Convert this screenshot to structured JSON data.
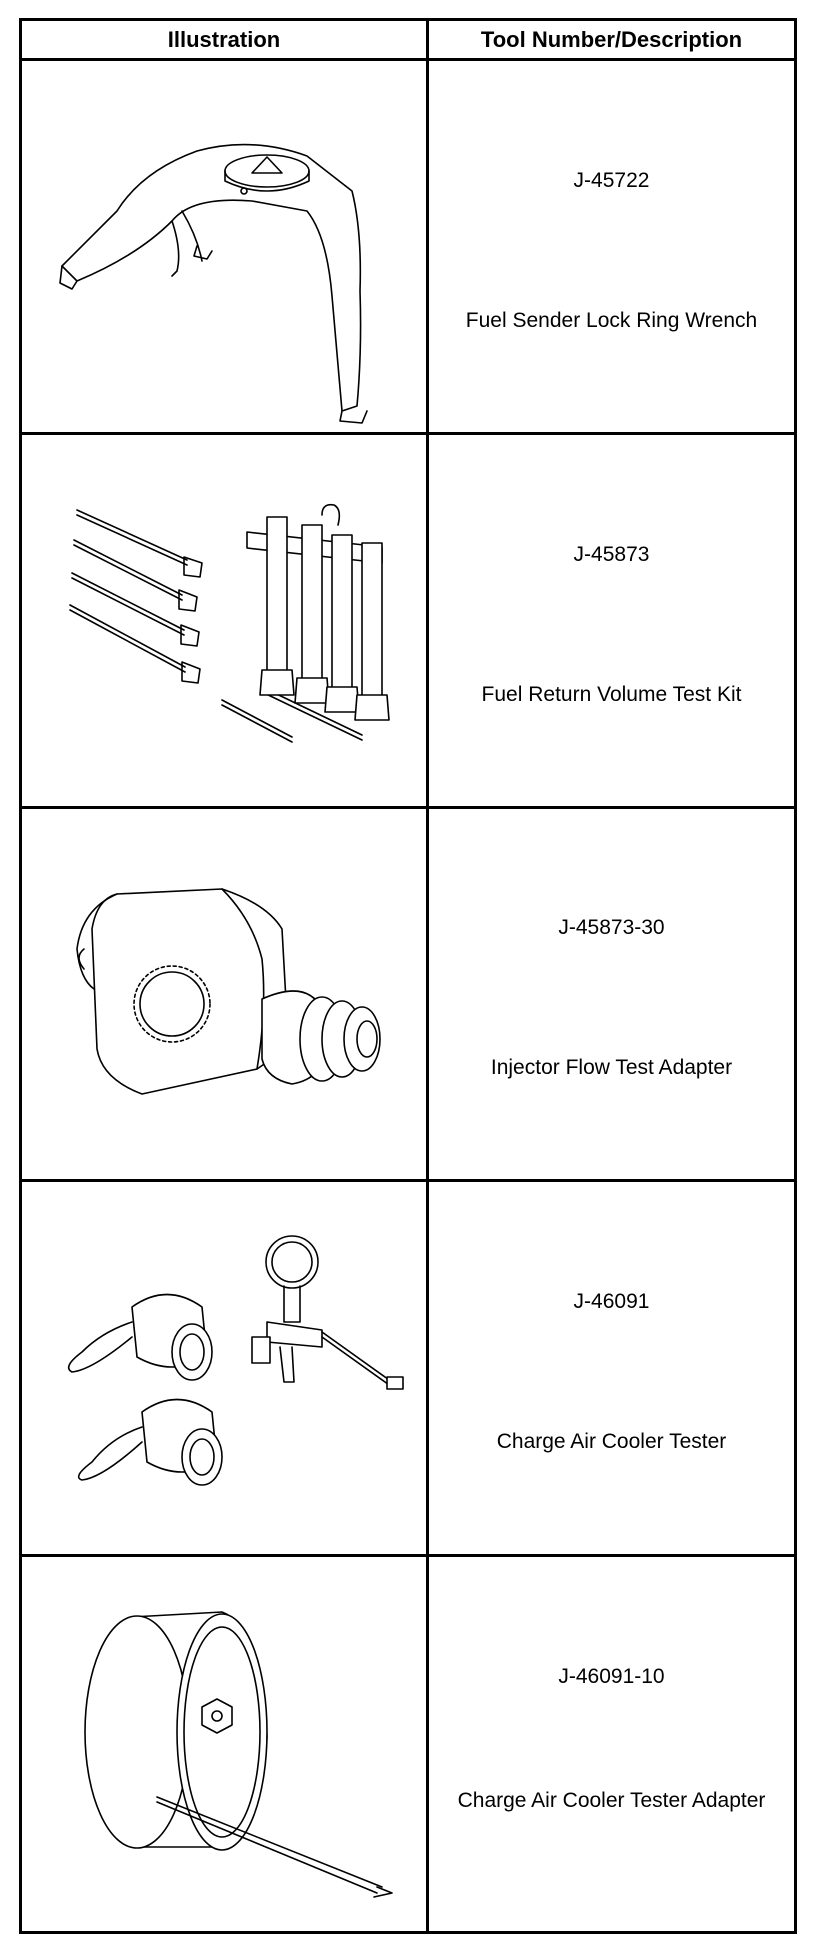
{
  "table": {
    "header": {
      "col1": "Illustration",
      "col2": "Tool Number/Description"
    },
    "rows": [
      {
        "number": "J-45722",
        "description": "Fuel Sender Lock Ring Wrench",
        "icon": "lock-ring-wrench-icon"
      },
      {
        "number": "J-45873",
        "description": "Fuel Return Volume Test Kit",
        "icon": "return-volume-test-kit-icon"
      },
      {
        "number": "J-45873-30",
        "description": "Injector Flow Test Adapter",
        "icon": "flow-test-adapter-icon"
      },
      {
        "number": "J-46091",
        "description": "Charge Air Cooler Tester",
        "icon": "cooler-tester-icon"
      },
      {
        "number": "J-46091-10",
        "description": "Charge Air Cooler Tester Adapter",
        "icon": "cooler-tester-adapter-icon"
      }
    ]
  }
}
